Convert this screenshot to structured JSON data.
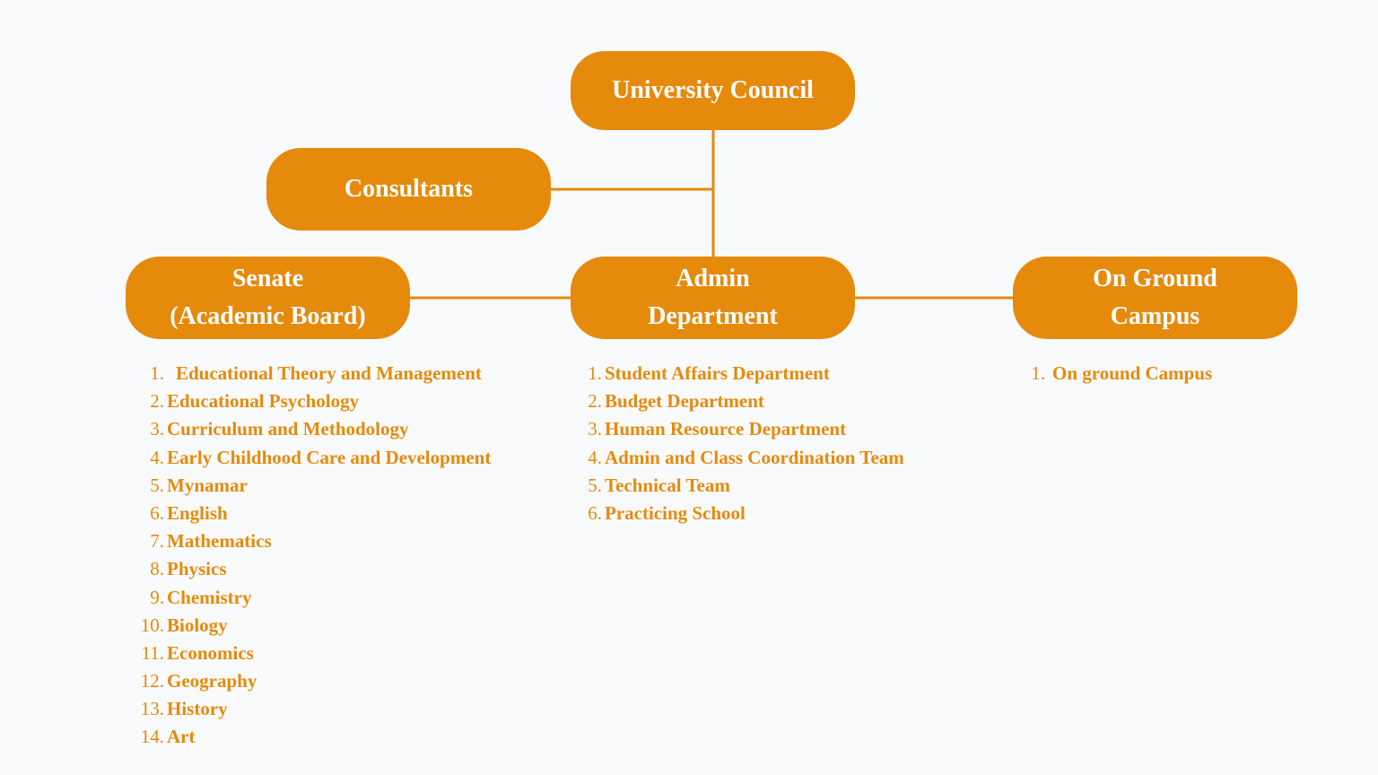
{
  "colors": {
    "accent": "#e68a0c",
    "background": "#f9fafb",
    "box_text": "#ffffff"
  },
  "nodes": {
    "council": {
      "label": "University Council"
    },
    "consultants": {
      "label": "Consultants"
    },
    "senate": {
      "line1": "Senate",
      "line2": "(Academic Board)"
    },
    "admin": {
      "line1": "Admin",
      "line2": "Department"
    },
    "campus": {
      "line1": "On Ground",
      "line2": "Campus"
    }
  },
  "lists": {
    "senate": [
      "Educational Theory and Management",
      "Educational Psychology",
      "Curriculum and Methodology",
      "Early Childhood Care and Development",
      "Mynamar",
      "English",
      "Mathematics",
      "Physics",
      "Chemistry",
      "Biology",
      "Economics",
      "Geography",
      "History",
      "Art"
    ],
    "admin": [
      "Student Affairs Department",
      "Budget Department",
      "Human Resource Department",
      "Admin and Class Coordination Team",
      "Technical Team",
      "Practicing School"
    ],
    "campus": [
      "On ground Campus"
    ]
  }
}
